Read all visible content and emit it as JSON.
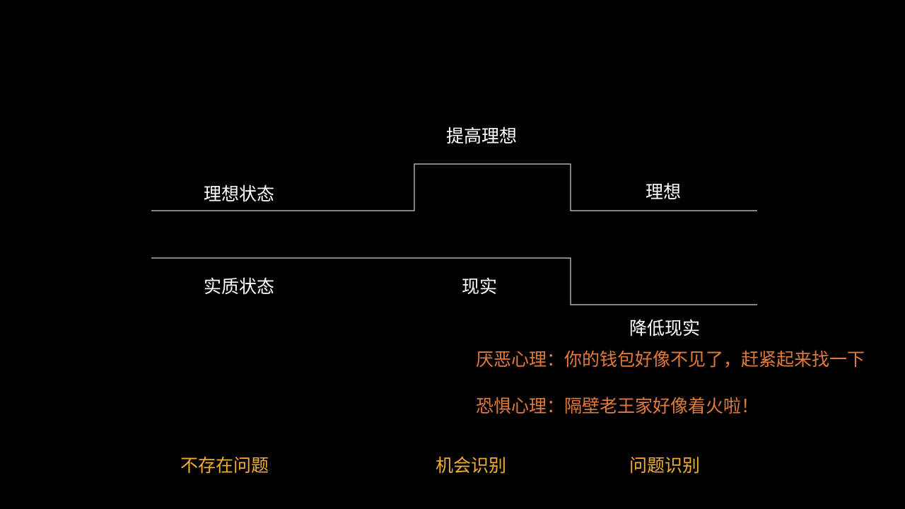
{
  "diagram": {
    "ideal_line": {
      "left_label": "理想状态",
      "raised_label": "提高理想",
      "right_label": "理想"
    },
    "reality_line": {
      "left_label": "实质状态",
      "middle_label": "现实",
      "lowered_label": "降低现实"
    }
  },
  "notes": {
    "aversion": "厌恶心理：你的钱包好像不见了，赶紧起来找一下",
    "fear": "恐惧心理：隔壁老王家好像着火啦！"
  },
  "categories": {
    "no_problem": "不存在问题",
    "opportunity": "机会识别",
    "problem": "问题识别"
  },
  "colors": {
    "background": "#000000",
    "line": "#d0d0d0",
    "label_text": "#ffffff",
    "note_text": "#e07a3a",
    "category_text": "#f0ac32"
  }
}
